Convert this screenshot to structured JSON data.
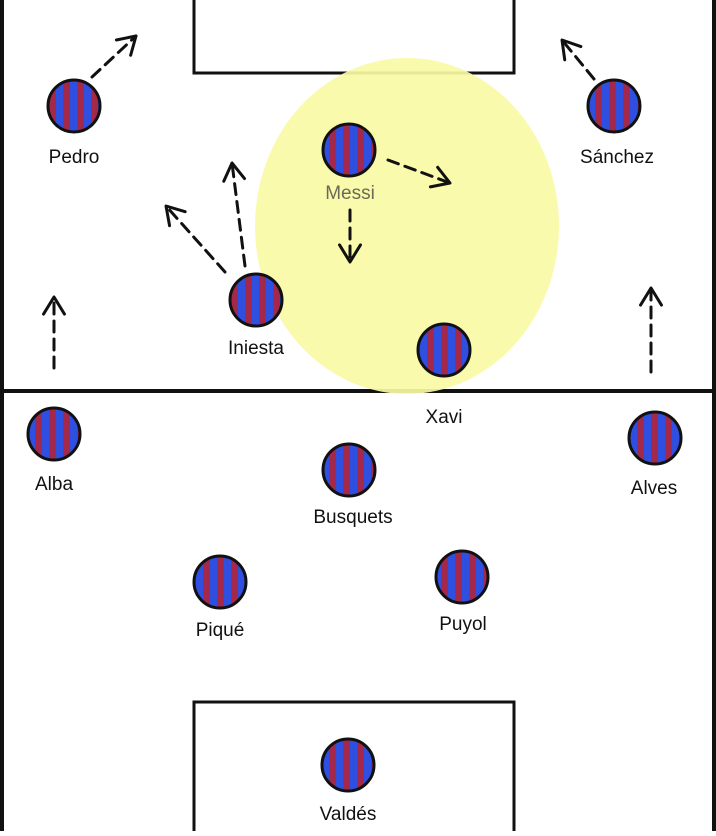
{
  "diagram": {
    "colors": {
      "background": "#ffffff",
      "lines": "#111111",
      "highlight": "#fafaa6",
      "kit_blue": "#2f4fe0",
      "kit_red": "#a3284a",
      "arrow": "#111111"
    },
    "highlight_zone": {
      "around_player": "Messi"
    },
    "players": [
      {
        "id": "pedro",
        "name": "Pedro"
      },
      {
        "id": "sanchez",
        "name": "Sánchez"
      },
      {
        "id": "messi",
        "name": "Messi"
      },
      {
        "id": "iniesta",
        "name": "Iniesta"
      },
      {
        "id": "xavi",
        "name": "Xavi"
      },
      {
        "id": "alba",
        "name": "Alba"
      },
      {
        "id": "alves",
        "name": "Alves"
      },
      {
        "id": "busquets",
        "name": "Busquets"
      },
      {
        "id": "pique",
        "name": "Piqué"
      },
      {
        "id": "puyol",
        "name": "Puyol"
      },
      {
        "id": "valdes",
        "name": "Valdés"
      }
    ],
    "movement_arrows": [
      {
        "from": "Pedro",
        "direction": "up-right"
      },
      {
        "from": "Sánchez",
        "direction": "up-left"
      },
      {
        "from": "Messi",
        "direction": "right"
      },
      {
        "from": "Messi",
        "direction": "down"
      },
      {
        "from": "Iniesta",
        "direction": "up"
      },
      {
        "from": "Iniesta",
        "direction": "up-left"
      },
      {
        "from": "Alba",
        "direction": "up"
      },
      {
        "from": "Alves",
        "direction": "up"
      }
    ]
  }
}
